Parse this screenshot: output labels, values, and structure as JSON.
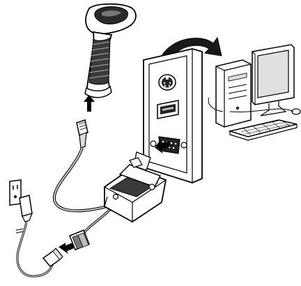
{
  "diagram": {
    "components": [
      {
        "id": "scanner",
        "icon": "barcode-scanner-icon"
      },
      {
        "id": "interface-cable",
        "icon": "cable-icon"
      },
      {
        "id": "serial-connector",
        "icon": "db9-connector-icon"
      },
      {
        "id": "power-supply",
        "icon": "power-adapter-icon"
      },
      {
        "id": "wall-outlet",
        "icon": "outlet-icon"
      },
      {
        "id": "back-panel",
        "icon": "pc-back-panel-icon"
      },
      {
        "id": "computer",
        "icon": "desktop-computer-icon"
      }
    ],
    "colors": {
      "line": "#000000",
      "fill_light": "#ffffff",
      "fill_mid": "#bdbdbd",
      "fill_dark": "#4a4a4a",
      "cable": "#9e9e9e"
    }
  }
}
